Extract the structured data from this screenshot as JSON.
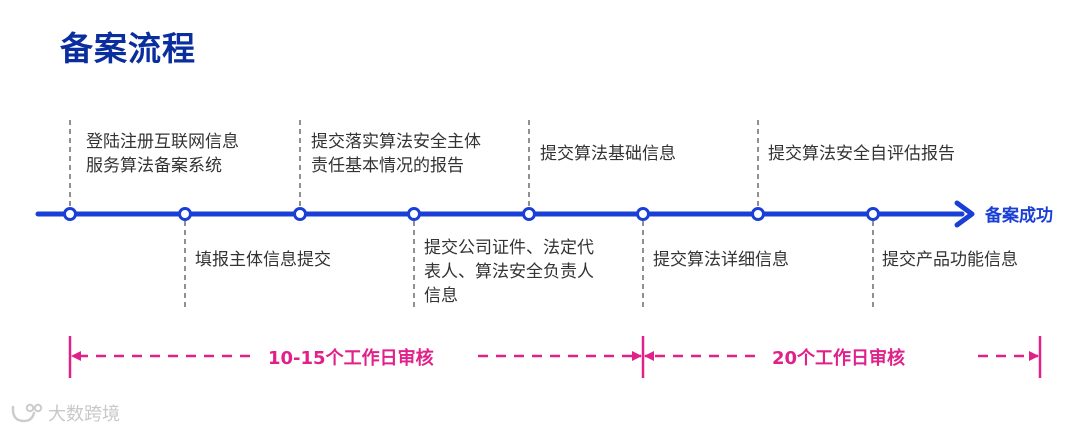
{
  "title": "备案流程",
  "colors": {
    "timeline": "#1a3fd6",
    "title": "#0b2e9e",
    "period": "#e0218a",
    "text": "#333333",
    "connector": "#555555"
  },
  "steps_top": [
    {
      "lines": [
        "登陆注册互联网信息",
        "服务算法备案系统"
      ]
    },
    {
      "lines": [
        "提交落实算法安全主体",
        "责任基本情况的报告"
      ]
    },
    {
      "lines": [
        "提交算法基础信息"
      ]
    },
    {
      "lines": [
        "提交算法安全自评估报告"
      ]
    }
  ],
  "steps_bottom": [
    {
      "lines": [
        "填报主体信息提交"
      ]
    },
    {
      "lines": [
        "提交公司证件、法定代",
        "表人、算法安全负责人",
        "信息"
      ]
    },
    {
      "lines": [
        "提交算法详细信息"
      ]
    },
    {
      "lines": [
        "提交产品功能信息"
      ]
    }
  ],
  "end_label": "备案成功",
  "periods": [
    {
      "label": "10-15个工作日审核"
    },
    {
      "label": "20个工作日审核"
    }
  ],
  "watermark": {
    "text": "大数跨境",
    "icon": "smile-logo-icon"
  }
}
